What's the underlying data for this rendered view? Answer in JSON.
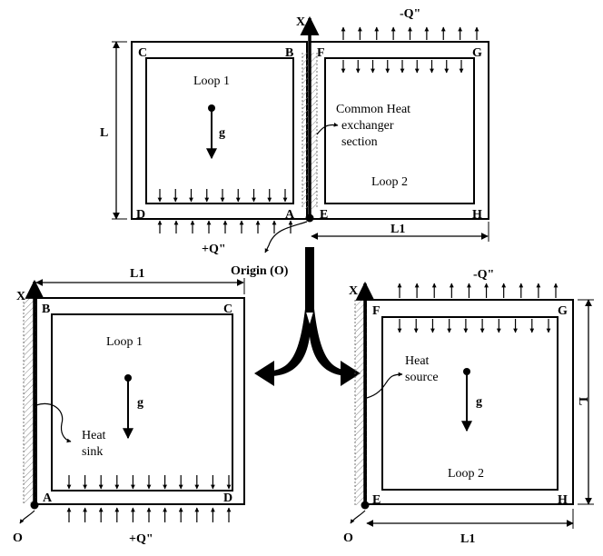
{
  "top": {
    "corners": {
      "C": "C",
      "B": "B",
      "D": "D",
      "A": "A",
      "F": "F",
      "G": "G",
      "E": "E",
      "H": "H"
    },
    "loop1": "Loop 1",
    "loop2": "Loop 2",
    "gravity": "g",
    "x_axis": "X",
    "length": "L",
    "l1": "L1",
    "q_top": "-Q\"",
    "q_bottom": "+Q\"",
    "hx_line1": "Common Heat",
    "hx_line2": "exchanger",
    "hx_line3": "section",
    "origin": "Origin (O)"
  },
  "left": {
    "corners": {
      "B": "B",
      "C": "C",
      "A": "A",
      "D": "D"
    },
    "x_axis": "X",
    "origin": "O",
    "l1": "L1",
    "loop": "Loop 1",
    "gravity": "g",
    "sink_line1": "Heat",
    "sink_line2": "sink",
    "q_bottom": "+Q\""
  },
  "right": {
    "corners": {
      "F": "F",
      "G": "G",
      "E": "E",
      "H": "H"
    },
    "x_axis": "X",
    "origin": "O",
    "l1": "L1",
    "length": "L",
    "loop": "Loop 2",
    "gravity": "g",
    "source_line1": "Heat",
    "source_line2": "source",
    "q_top": "-Q\""
  },
  "colors": {
    "ink": "#000000",
    "hatch": "#777777"
  }
}
